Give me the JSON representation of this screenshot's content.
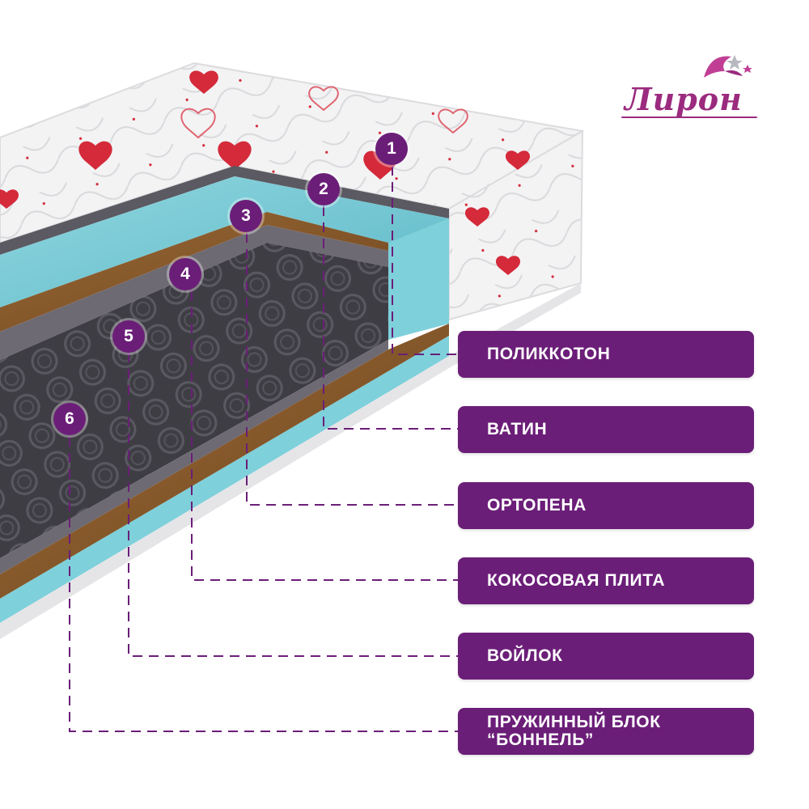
{
  "brand": {
    "logo_text": "Лирон"
  },
  "colors": {
    "accent": "#6b1e78",
    "logo": "#9b2b7e",
    "heart": "#d42a3a",
    "foam": "#6cc6d3",
    "coconut": "#8a5a2b",
    "felt": "#6e6a73",
    "springs": "#3f3d44"
  },
  "layers": [
    {
      "number": "1",
      "label": "ПОЛИККОТОН"
    },
    {
      "number": "2",
      "label": "ВАТИН"
    },
    {
      "number": "3",
      "label": "ОРТОПЕНА"
    },
    {
      "number": "4",
      "label": "КОКОСОВАЯ ПЛИТА"
    },
    {
      "number": "5",
      "label": "ВОЙЛОК"
    },
    {
      "number": "6",
      "label": "ПРУЖИННЫЙ БЛОК\n“БОННЕЛЬ”"
    }
  ]
}
